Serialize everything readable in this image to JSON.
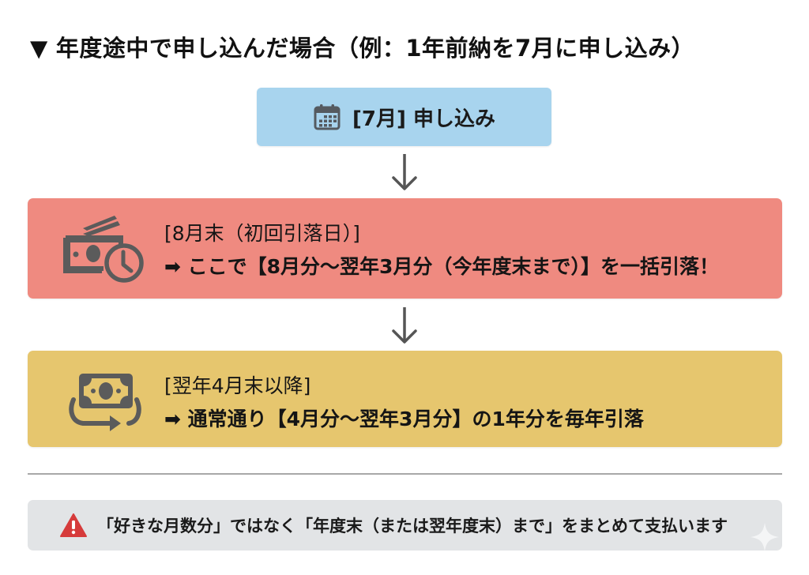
{
  "header": {
    "marker": "▼",
    "title": "年度途中で申し込んだ場合（例：1年前納を7月に申し込み）"
  },
  "flow": {
    "start": {
      "icon": "calendar-icon",
      "label": "[7月]  申し込み",
      "color": "#A8D4EE"
    },
    "steps": [
      {
        "icon": "money-clock-icon",
        "line1": "[8月末（初回引落日）]",
        "line2": "➡ ここで【8月分〜翌年3月分（今年度末まで）】を一括引落！",
        "color": "#EF8A80"
      },
      {
        "icon": "money-cycle-icon",
        "line1": "[翌年4月末以降]",
        "line2": "➡ 通常通り【4月分〜翌年3月分】の1年分を毎年引落",
        "color": "#E6C66E"
      }
    ],
    "arrow_icon": "arrow-down-icon"
  },
  "note": {
    "icon": "warning-icon",
    "text": "「好きな月数分」ではなく「年度末（または翌年度末）まで」をまとめて支払います",
    "color": "#E2E4E6",
    "icon_color": "#D63B3B"
  }
}
